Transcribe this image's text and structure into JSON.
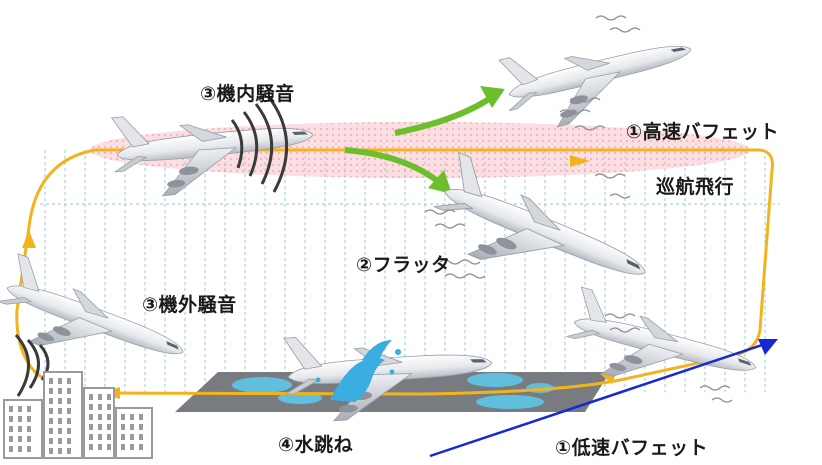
{
  "labels": {
    "high_speed_buffet": "①高速バフェット",
    "cruise": "巡航飛行",
    "cabin_noise": "③機内騒音",
    "flutter": "②フラッタ",
    "exterior_noise": "③機外騒音",
    "water_splash": "④水跳ね",
    "low_speed_buffet": "①低速バフェット"
  },
  "colors": {
    "flight_path": "#f2b31c",
    "turbulence_band": "#f4b6bd",
    "turbulence_arrow": "#6cbf2a",
    "grid_lines": "#9fc9d2",
    "water": "#5ec7e8",
    "runway": "#787c80",
    "pointer_line": "#1727d8",
    "building": "#9a9a9a"
  },
  "icons": [
    "airplane-icon",
    "sound-wave-icon",
    "vibration-wave-icon",
    "building-icon",
    "water-splash-icon"
  ]
}
